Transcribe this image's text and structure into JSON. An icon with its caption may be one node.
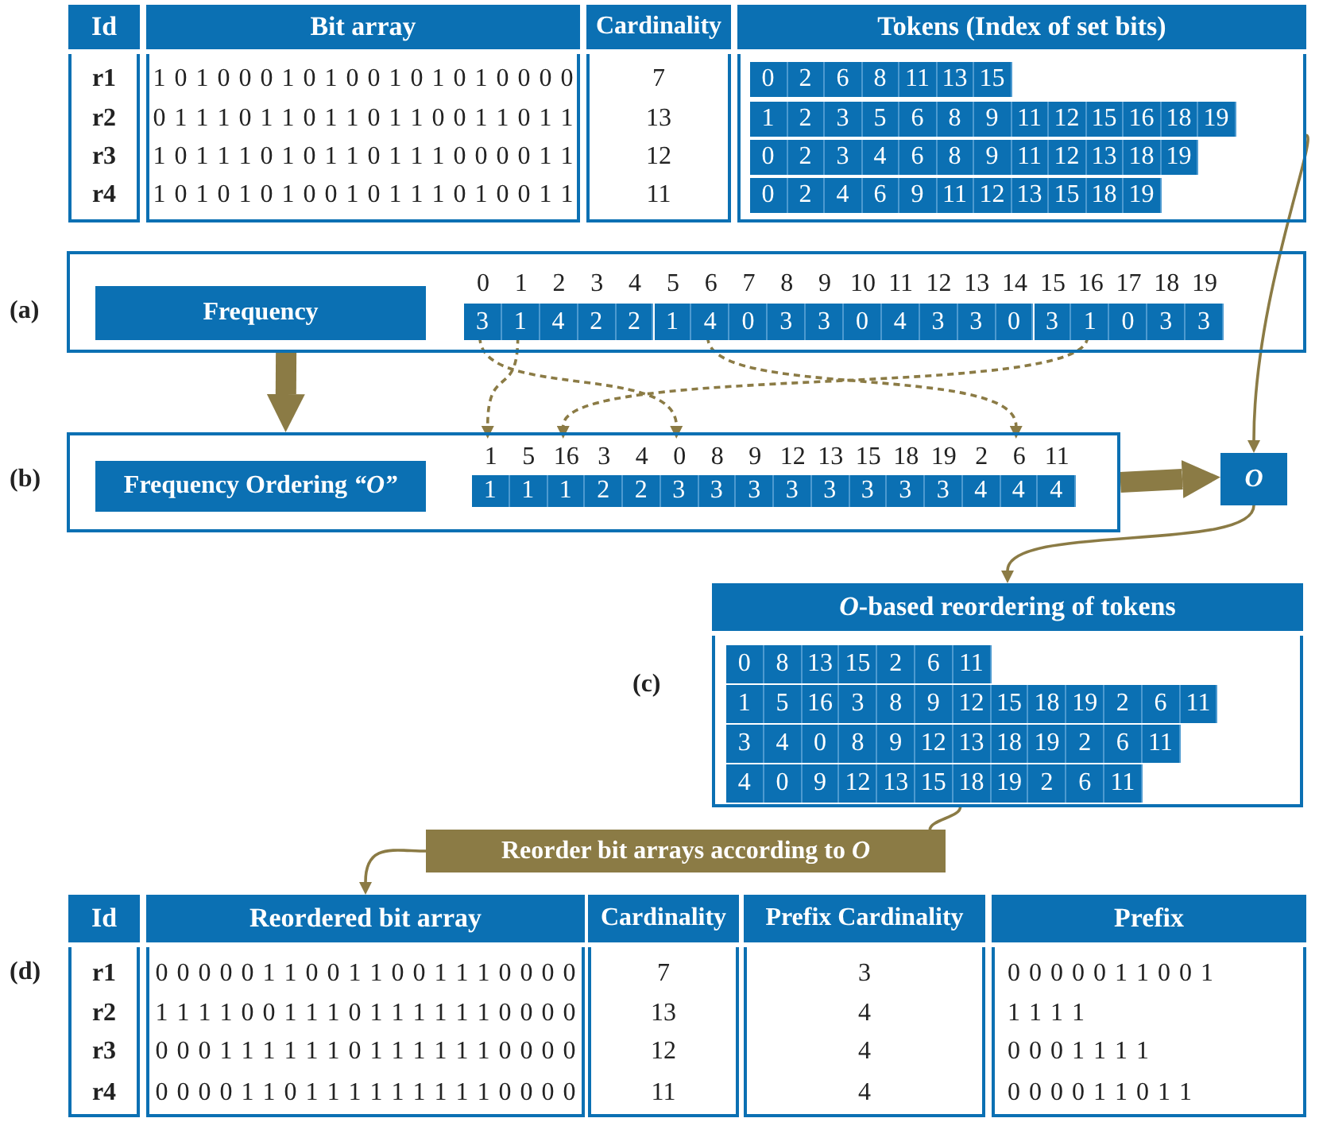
{
  "diagram": {
    "nodes": [
      {
        "text": [
          "Id"
        ]
      },
      {
        "text": [
          "Bit array"
        ]
      },
      {
        "text": [
          "Cardinality"
        ]
      },
      {
        "text": [
          "Tokens (Index of set bits)"
        ]
      },
      {
        "text": [],
        "shape": "box",
        "beside": [
          "(a)"
        ]
      },
      {
        "text": [
          "Frequency"
        ],
        "in": 4
      },
      {
        "text": [
          "0",
          "3"
        ],
        "in": 4
      },
      {
        "text": [
          "1",
          "1"
        ],
        "in": 4
      },
      {
        "text": [
          "2",
          "4"
        ],
        "in": 4
      },
      {
        "text": [
          "3",
          "2"
        ],
        "in": 4
      },
      {
        "text": [
          "4",
          "2"
        ],
        "in": 4
      },
      {
        "text": [
          "5",
          "1"
        ],
        "in": 4
      },
      {
        "text": [
          "6",
          "4"
        ],
        "in": 4
      },
      {
        "text": [
          "7",
          "0"
        ],
        "in": 4
      },
      {
        "text": [
          "8",
          "3"
        ],
        "in": 4
      },
      {
        "text": [
          "9",
          "3"
        ],
        "in": 4
      },
      {
        "text": [
          "10",
          "0"
        ],
        "in": 4
      },
      {
        "text": [
          "11",
          "4"
        ],
        "in": 4
      },
      {
        "text": [
          "12",
          "3"
        ],
        "in": 4
      },
      {
        "text": [
          "13",
          "3"
        ],
        "in": 4
      },
      {
        "text": [
          "14",
          "0"
        ],
        "in": 4
      },
      {
        "text": [
          "15",
          "3"
        ],
        "in": 4
      },
      {
        "text": [
          "16",
          "1"
        ],
        "in": 4
      },
      {
        "text": [
          "17",
          "0"
        ],
        "in": 4
      },
      {
        "text": [
          "18",
          "3"
        ],
        "in": 4
      },
      {
        "text": [
          "19",
          "3"
        ],
        "in": 4
      },
      {
        "text": [],
        "shape": "box",
        "beside": [
          "(b)"
        ]
      },
      {
        "text": [
          "Frequency Ordering *“O”*"
        ],
        "in": 26
      },
      {
        "text": [
          "1",
          "1"
        ],
        "in": 26
      },
      {
        "text": [
          "5",
          "1"
        ],
        "in": 26
      },
      {
        "text": [
          "16",
          "1"
        ],
        "in": 26
      },
      {
        "text": [
          "3",
          "2"
        ],
        "in": 26
      },
      {
        "text": [
          "4",
          "2"
        ],
        "in": 26
      },
      {
        "text": [
          "0",
          "3"
        ],
        "in": 26
      },
      {
        "text": [
          "8",
          "3"
        ],
        "in": 26
      },
      {
        "text": [
          "9",
          "3"
        ],
        "in": 26
      },
      {
        "text": [
          "12",
          "3"
        ],
        "in": 26
      },
      {
        "text": [
          "13",
          "3"
        ],
        "in": 26
      },
      {
        "text": [
          "15",
          "3"
        ],
        "in": 26
      },
      {
        "text": [
          "18",
          "3"
        ],
        "in": 26
      },
      {
        "text": [
          "19",
          "3"
        ],
        "in": 26
      },
      {
        "text": [
          "2",
          "4"
        ],
        "in": 26
      },
      {
        "text": [
          "6",
          "4"
        ],
        "in": 26
      },
      {
        "text": [
          "11",
          "4"
        ],
        "in": 26
      },
      {
        "text": [
          "O"
        ]
      },
      {
        "text": [
          "*O*-based reordering of tokens"
        ],
        "beside": [
          "(c)"
        ]
      },
      {
        "text": [
          "Reorder bit arrays according to *O*"
        ]
      },
      {
        "text": [
          "Id"
        ]
      },
      {
        "text": [
          "Reordered bit array"
        ]
      },
      {
        "text": [
          "Cardinality"
        ]
      },
      {
        "text": [
          "Prefix Cardinality"
        ]
      },
      {
        "text": [
          "Prefix"
        ]
      }
    ],
    "edges": [
      {
        "from": 3,
        "to": 44,
        "arrow": "to"
      },
      {
        "from": 4,
        "to": 26,
        "arrow": "to",
        "style": "thick"
      },
      {
        "from": 6,
        "to": 33,
        "arrow": "to",
        "style": "dashed"
      },
      {
        "from": 7,
        "to": 28,
        "arrow": "to",
        "style": "dashed"
      },
      {
        "from": 12,
        "to": 42,
        "arrow": "to",
        "style": "dashed"
      },
      {
        "from": 22,
        "to": 30,
        "arrow": "to",
        "style": "dashed"
      },
      {
        "from": 26,
        "to": 44,
        "arrow": "to",
        "style": "thick"
      },
      {
        "from": 44,
        "to": 45,
        "arrow": "to"
      },
      {
        "from": 45,
        "to": 46,
        "arrow": "none"
      },
      {
        "from": 46,
        "to": 48,
        "arrow": "to"
      }
    ],
    "labels": [
      "r1",
      "1 0 1 0 0 0 1 0 1 0 0 1 0 1 0 1 0 0 0 0",
      "7",
      "0",
      "2",
      "6",
      "8",
      "11",
      "13",
      "15",
      "r2",
      "0 1 1 1 0 1 1 0 1 1 0 1 1 0 0 1 1 0 1 1",
      "13",
      "1",
      "2",
      "3",
      "5",
      "6",
      "8",
      "9",
      "11",
      "12",
      "15",
      "16",
      "18",
      "19",
      "r3",
      "1 0 1 1 1 0 1 0 1 1 0 1 1 1 0 0 0 0 1 1",
      "12",
      "0",
      "2",
      "3",
      "4",
      "6",
      "8",
      "9",
      "11",
      "12",
      "13",
      "18",
      "19",
      "r4",
      "1 0 1 0 1 0 1 0 0 1 0 1 1 1 0 1 0 0 1 1",
      "11",
      "0",
      "2",
      "4",
      "6",
      "9",
      "11",
      "12",
      "13",
      "15",
      "18",
      "19",
      "0",
      "8",
      "13",
      "15",
      "2",
      "6",
      "11",
      "1",
      "5",
      "16",
      "3",
      "8",
      "9",
      "12",
      "15",
      "18",
      "19",
      "2",
      "6",
      "11",
      "3",
      "4",
      "0",
      "8",
      "9",
      "12",
      "13",
      "18",
      "19",
      "2",
      "6",
      "11",
      "4",
      "0",
      "9",
      "12",
      "13",
      "15",
      "18",
      "19",
      "2",
      "6",
      "11",
      "(d)",
      "r1",
      "0 0 0 0 0 1 1 0 0 1 1 0 0 1 1 1 0 0 0 0",
      "7",
      "3",
      "0 0 0 0 0 1 1 0 0 1",
      "r2",
      "1 1 1 1 0 0 1 1 1 0 1 1 1 1 1 1 0 0 0 0",
      "13",
      "4",
      "1 1 1 1",
      "r3",
      "0 0 0 1 1 1 1 1 1 0 1 1 1 1 1 1 0 0 0 0",
      "12",
      "4",
      "0 0 0 1 1 1 1",
      "r4",
      "0 0 0 0 1 1 0 1 1 1 1 1 1 1 1 1 0 0 0 0",
      "11",
      "4",
      "0 0 0 0 1 1 0 1 1"
    ]
  }
}
